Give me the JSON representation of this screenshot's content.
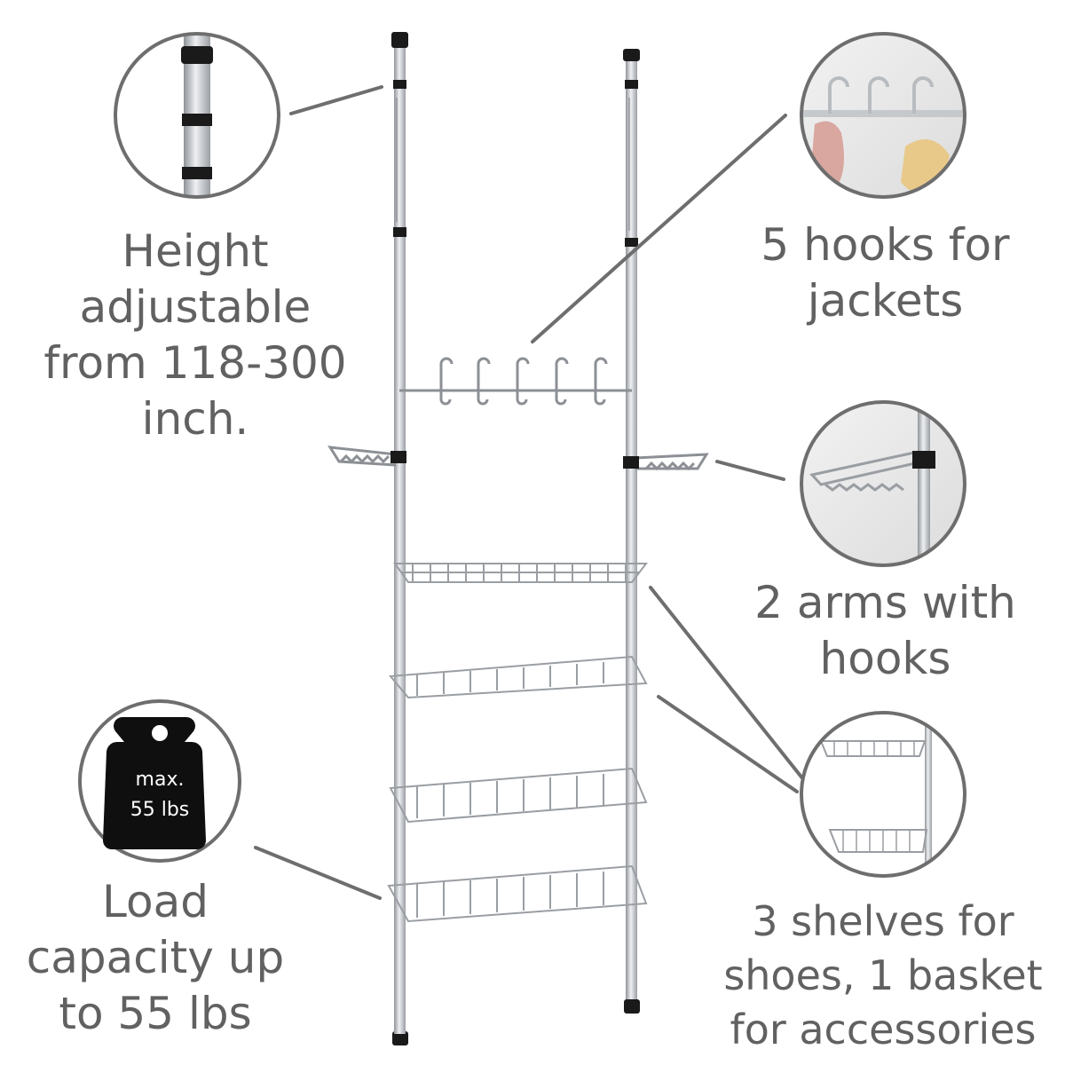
{
  "features": {
    "height": {
      "lines": [
        "Height",
        "adjustable",
        "from 118-300",
        "inch."
      ]
    },
    "hooks": {
      "lines": [
        "5 hooks for",
        "jackets"
      ]
    },
    "arms": {
      "lines": [
        "2 arms with",
        "hooks"
      ]
    },
    "load": {
      "lines": [
        "Load",
        "capacity up",
        "to 55 lbs"
      ]
    },
    "shelves": {
      "lines": [
        "3 shelves for",
        "shoes, 1 basket",
        "for accessories"
      ]
    }
  },
  "weight_badge": {
    "line1": "max.",
    "line2": "55 lbs"
  },
  "colors": {
    "text": "#616161",
    "ring": "#6e6e6e",
    "metal": "#c9ccd0",
    "black": "#1a1a1a"
  }
}
